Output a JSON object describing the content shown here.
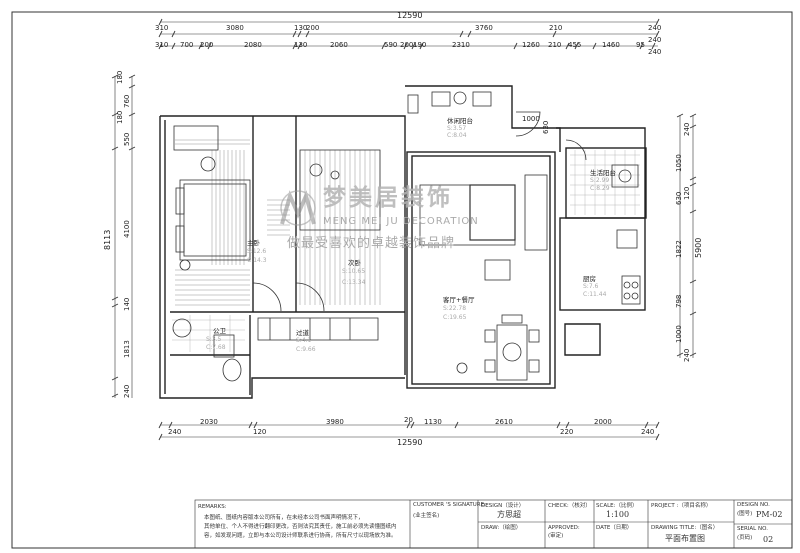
{
  "dimensions": {
    "top_total": "12590",
    "top_row1": [
      "310",
      "3080",
      "130",
      "200",
      "3760",
      "210",
      "240",
      "240"
    ],
    "top_row2": [
      "310",
      "700",
      "200",
      "2080",
      "130",
      "2060",
      "590",
      "200",
      "190",
      "2310",
      "1260",
      "210",
      "455",
      "1460",
      "95",
      "240"
    ],
    "bottom_total": "12590",
    "bottom_row": [
      "240",
      "2030",
      "120",
      "3980",
      "20",
      "1130",
      "2610",
      "220",
      "2000",
      "240"
    ],
    "left_outer": "8113",
    "left_inner": [
      "180",
      "760",
      "180",
      "550",
      "4100",
      "140",
      "1813",
      "240"
    ],
    "right_outer": "5900",
    "right_inner": [
      "240",
      "1050",
      "120",
      "630",
      "1822",
      "798",
      "1000",
      "240"
    ],
    "interior": [
      "630",
      "1000"
    ]
  },
  "rooms": [
    {
      "name": "休闲阳台",
      "area": "S:3.57",
      "perimeter": "C:8.04"
    },
    {
      "name": "生活阳台",
      "area": "S:2.99",
      "perimeter": "C:8.29"
    },
    {
      "name": "主卧",
      "area": "S:12.6",
      "perimeter": "C:14.3"
    },
    {
      "name": "次卧",
      "area": "S:10.65",
      "perimeter": "C:13.34"
    },
    {
      "name": "厨房",
      "area": "S:7.6",
      "perimeter": "C:11.44"
    },
    {
      "name": "客厅+餐厅",
      "area": "S:22.78",
      "perimeter": "C:19.65"
    },
    {
      "name": "公卫",
      "area": "S:3.5",
      "perimeter": "C:7.68"
    },
    {
      "name": "过道",
      "area": "S:4.1",
      "perimeter": "C:9.66"
    }
  ],
  "watermark": {
    "brand": "梦美居装饰",
    "english": "MENG MEI JU DECORATION",
    "slogan": "做最受喜欢的卓越装饰品牌"
  },
  "title_block": {
    "remarks_label": "REMARKS:",
    "remarks_line1": "本图纸、图纸内容版本公司所有，在未经本公司书面声明情况下，",
    "remarks_line2": "其他单位、个人不得进行翻印更改，否则法究其责任，施工前必须先读懂图纸内",
    "remarks_line3": "容，如发现问题，立即与本公司设计师联系进行协商，所有尺寸以现场放为准。",
    "customer_label": "CUSTOMER  'S SIGNATURE:",
    "customer_sub": "(业主签名)",
    "design_label": "DESIGN（设计）",
    "design_value": "方思超",
    "draw_label": "DRAW:（绘图）",
    "check_label": "CHECK:（核对）",
    "approved_label": "APPROVED:",
    "approved_sub": "(审定)",
    "scale_label": "SCALE:（比例）",
    "scale_value": "1:100",
    "date_label": "DATE（日期）",
    "project_label": "PROJECT :（项目名称）",
    "drawing_title_label": "DRAWING  TITLE:（图名）",
    "drawing_title_value": "平面布置图",
    "design_no_label": "DESIGN  NO.",
    "design_no_sub": "(图号)",
    "design_no_value": "PM-02",
    "serial_no_label": "SERIAL  NO.",
    "serial_no_sub": "(页码)",
    "serial_no_value": "02"
  }
}
